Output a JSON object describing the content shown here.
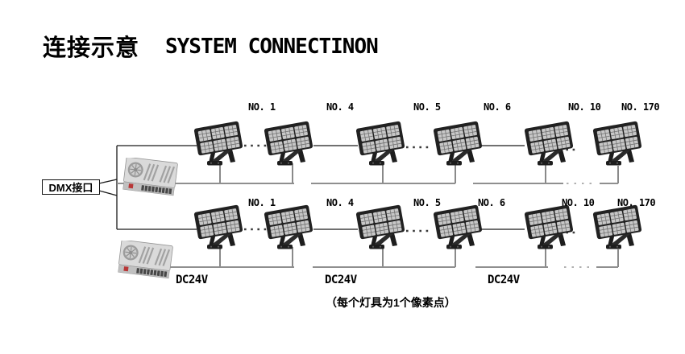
{
  "header": {
    "title_cn": "连接示意",
    "title_en": "SYSTEM CONNECTINON"
  },
  "dmx_box": {
    "label": "DMX接口"
  },
  "fixture_rows": [
    {
      "labels": [
        "NO. 1",
        "NO. 4",
        "NO. 5",
        "NO. 6",
        "NO. 10",
        "NO. 170"
      ]
    },
    {
      "labels": [
        "NO. 1",
        "NO. 4",
        "NO. 5",
        "NO. 6",
        "NO. 10",
        "NO. 170"
      ]
    }
  ],
  "power": {
    "labels": [
      "DC24V",
      "DC24V",
      "DC24V"
    ]
  },
  "footnote": "（每个灯具为1个像素点）",
  "icons": {
    "floodlight": "flood-light-icon",
    "psu": "power-supply-icon",
    "dots": "continuation-dots"
  },
  "colors": {
    "background": "#ffffff",
    "signal_line": "#1a1a1a",
    "power_bus": "#8f8f8f",
    "text": "#000000",
    "light_body": "#212121",
    "light_panel": "#c7c7c7",
    "psu_body": "#dadada",
    "psu_accent": "#b83737"
  }
}
